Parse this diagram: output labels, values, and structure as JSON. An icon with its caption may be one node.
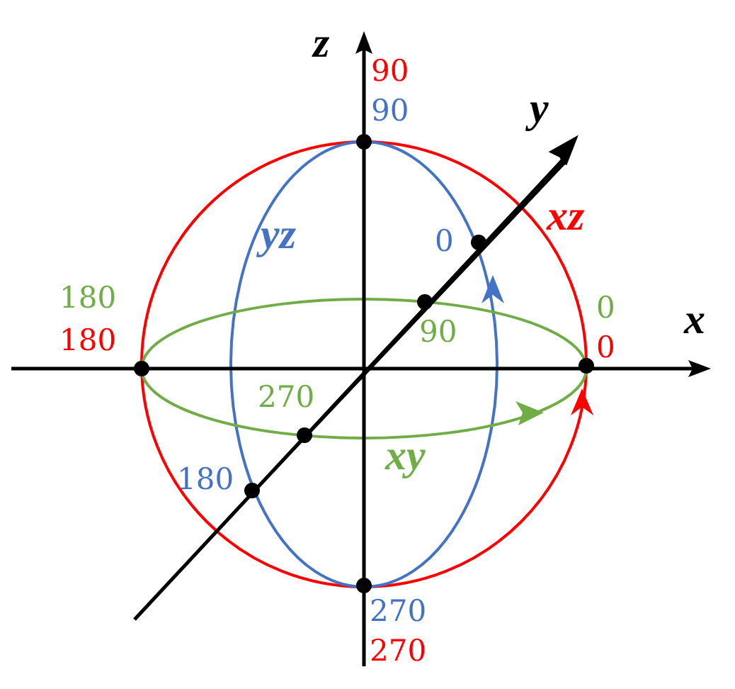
{
  "diagram": {
    "labels": [
      "z",
      "90",
      "90",
      "y",
      "xz",
      "yz",
      "0",
      "180",
      "0",
      "x",
      "90",
      "180",
      "0",
      "270",
      "xy",
      "180",
      "270",
      "270"
    ]
  }
}
